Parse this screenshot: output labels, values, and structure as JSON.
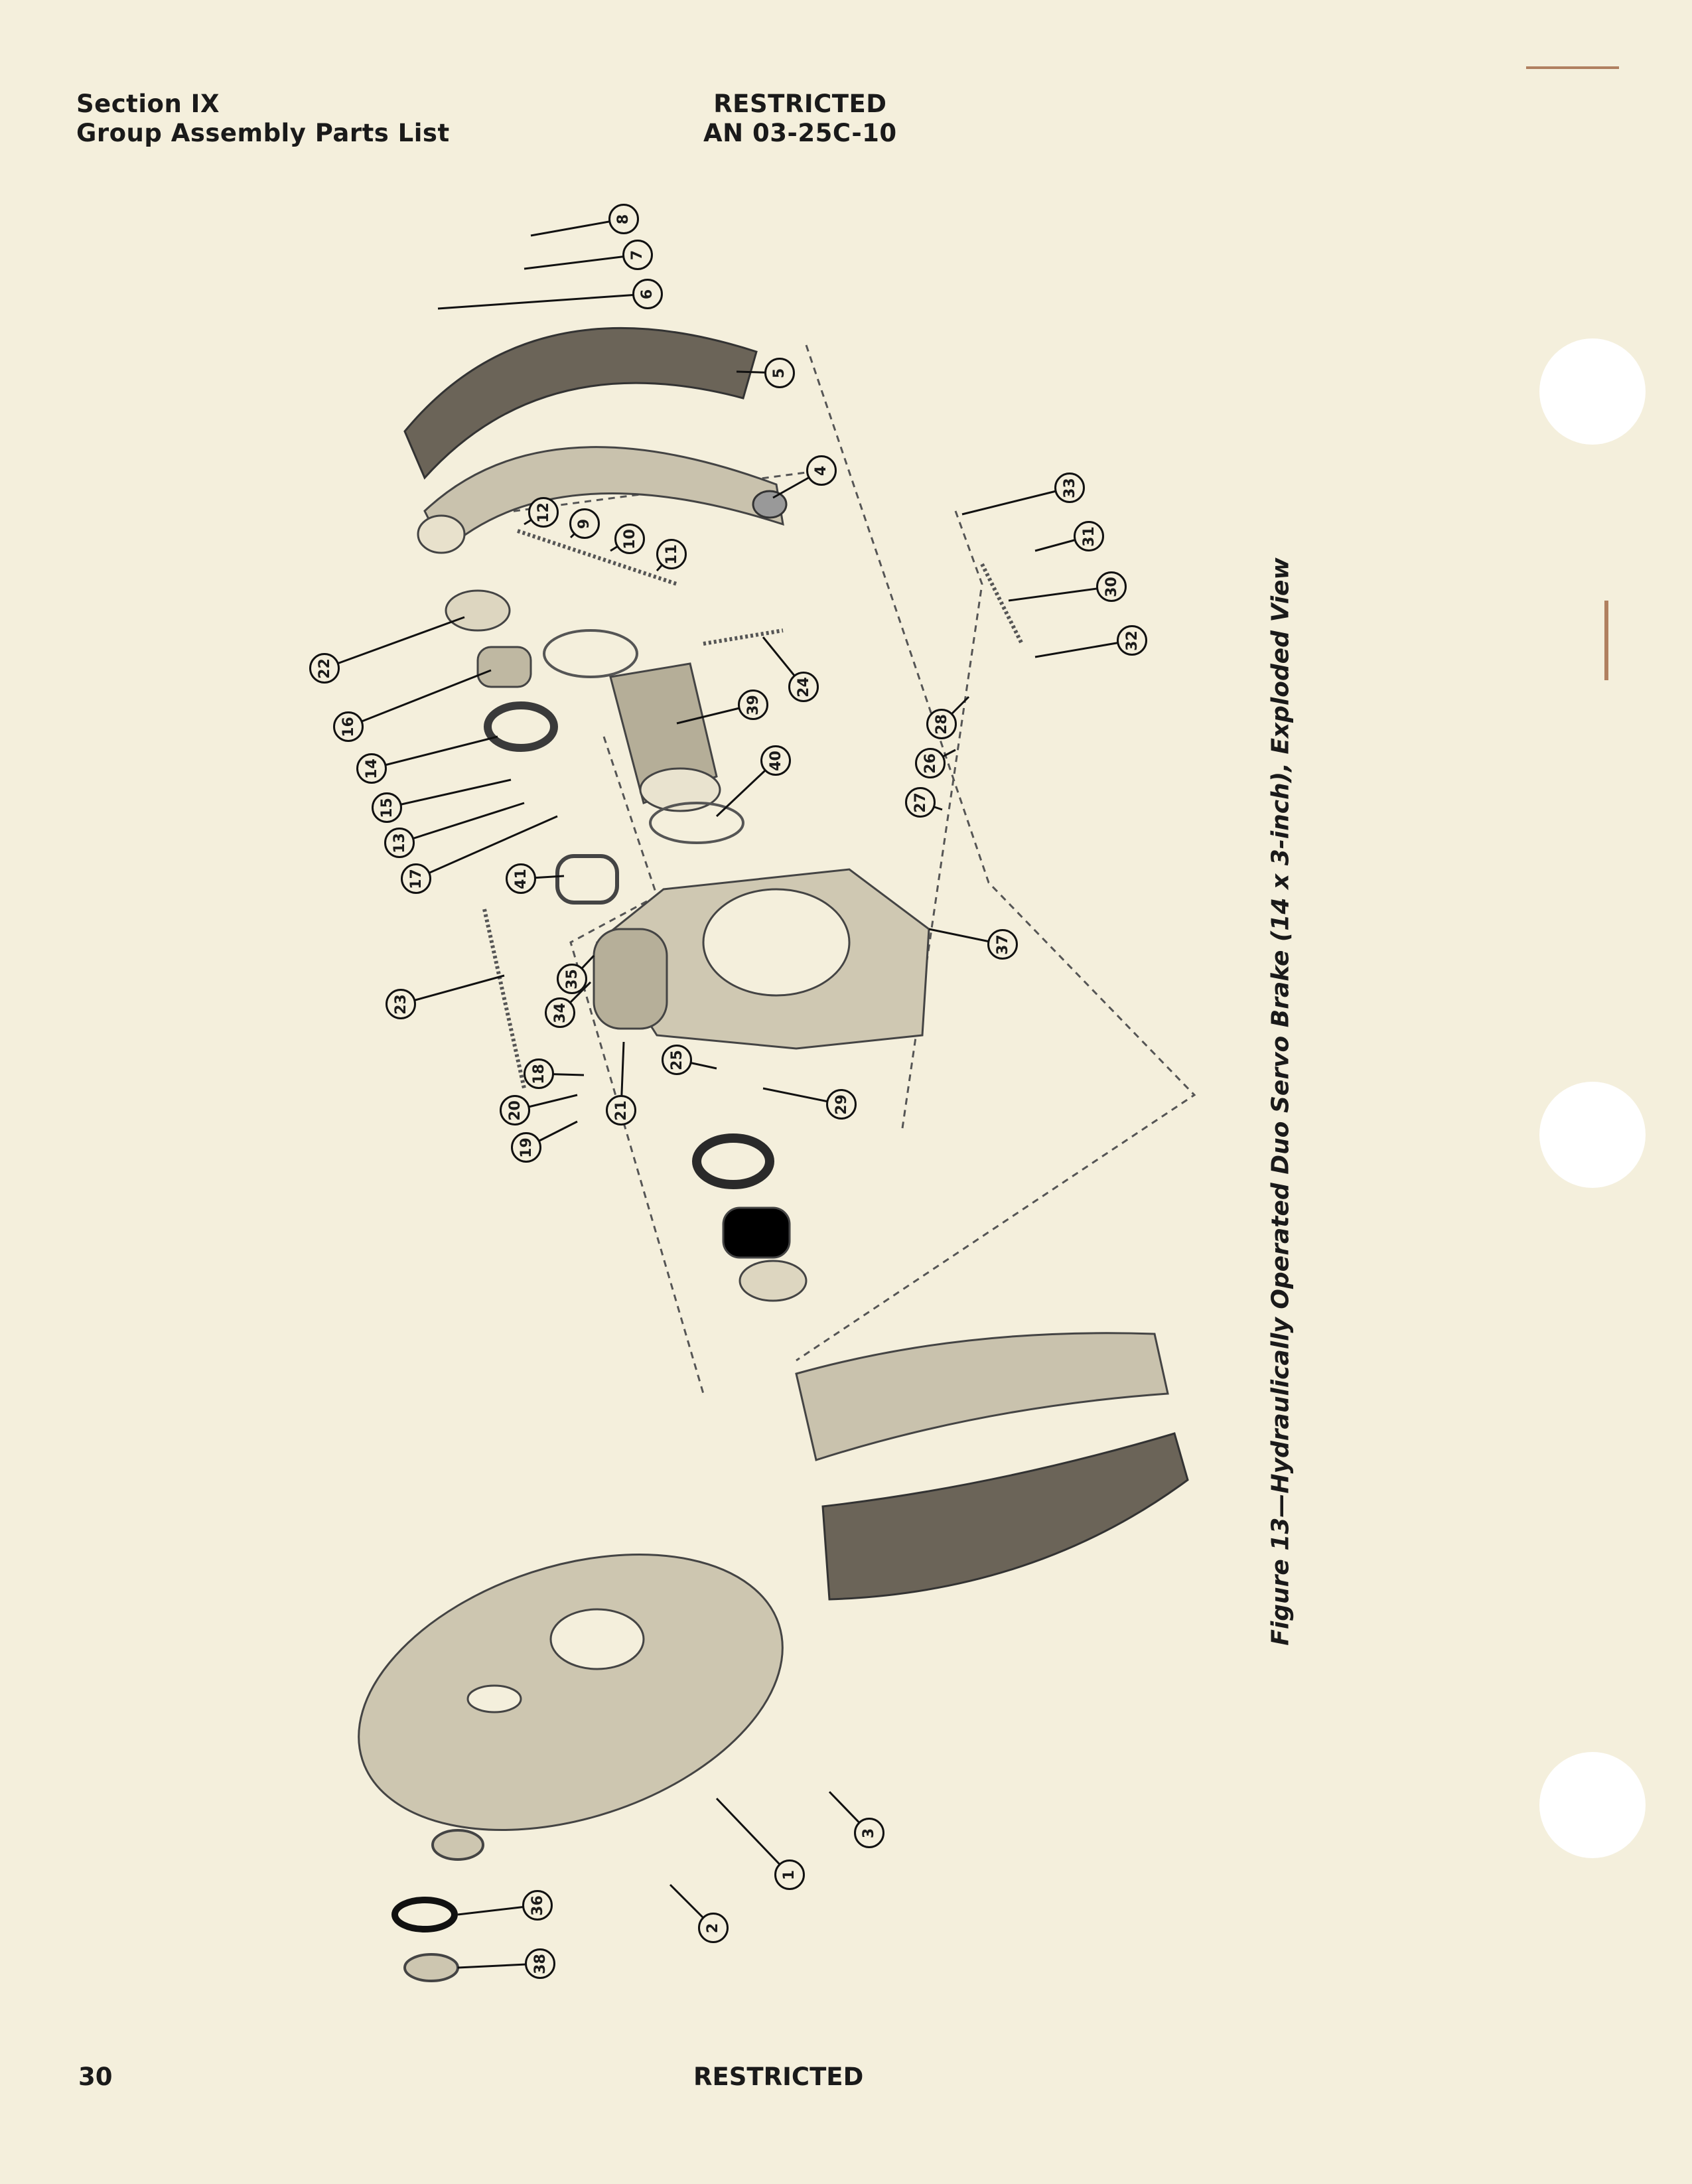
{
  "header": {
    "section": "Section IX",
    "subtitle": "Group Assembly Parts List",
    "classification": "RESTRICTED",
    "document_number": "AN 03-25C-10"
  },
  "figure": {
    "caption": "Figure 13—Hydraulically Operated Duo Servo Brake (14 x 3-inch), Exploded View",
    "callouts": [
      "8",
      "7",
      "6",
      "5",
      "4",
      "12",
      "9",
      "10",
      "11",
      "33",
      "31",
      "30",
      "32",
      "22",
      "24",
      "16",
      "39",
      "28",
      "26",
      "27",
      "40",
      "14",
      "15",
      "13",
      "17",
      "41",
      "37",
      "23",
      "35",
      "34",
      "18",
      "25",
      "20",
      "21",
      "29",
      "19",
      "3",
      "1",
      "36",
      "2",
      "38"
    ]
  },
  "footer": {
    "page_number": "30",
    "classification": "RESTRICTED"
  }
}
